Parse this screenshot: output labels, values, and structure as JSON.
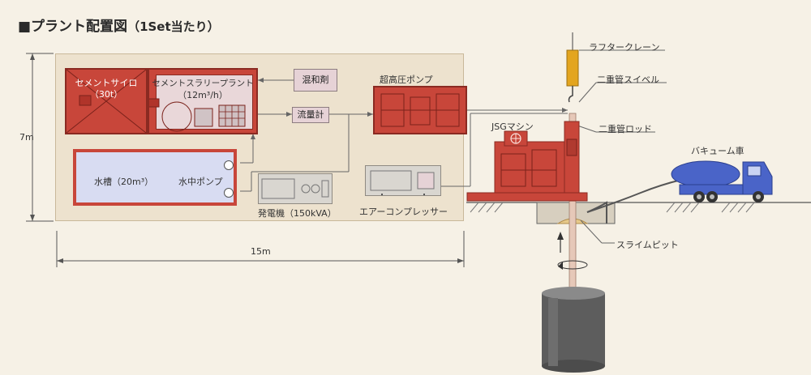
{
  "title": {
    "main": "■プラント配置図",
    "sub": "（1Set当たり）"
  },
  "plant": {
    "cement_silo": {
      "name": "セメントサイロ",
      "capacity": "（30t）"
    },
    "slurry_plant": {
      "name": "セメントスラリープラント",
      "capacity": "（12m³/h）"
    },
    "admixture": "混和剤",
    "flow_meter": "流量計",
    "high_pressure_pump": "超高圧ポンプ",
    "water_tank": "水槽（20m³）",
    "submersible_pump": "水中ポンプ",
    "generator": "発電機（150kVA）",
    "air_compressor": "エアーコンプレッサー"
  },
  "dimensions": {
    "height": "7m",
    "width": "15m"
  },
  "machine": {
    "crane": "ラフタークレーン",
    "swivel": "二重管スイベル",
    "jsg_machine": "JSGマシン",
    "rod": "二重管ロッド",
    "vacuum_truck": "バキューム車",
    "slime_pit": "スライムピット"
  },
  "colors": {
    "background": "#f6f1e6",
    "plant_area": "#ede2ce",
    "equipment_red": "#c8463a",
    "water_blue": "#d8dcf2",
    "truck_blue": "#4a64c8"
  }
}
